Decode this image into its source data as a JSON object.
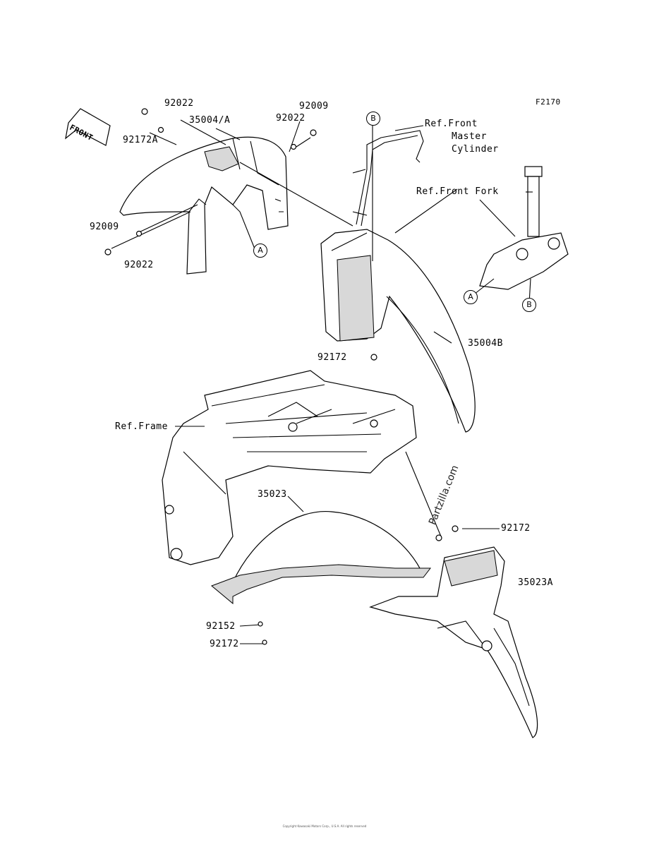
{
  "figure_id": "F2170",
  "front_label": "FRONT",
  "watermark": "Partzilla.com",
  "copyright": "Copyright Kawasaki Motors Corp., U.S.A. All rights reserved",
  "callouts": {
    "a": "A",
    "b": "B"
  },
  "part_labels": {
    "p92022_top": "92022",
    "p35004A": "35004/A",
    "p92172A": "92172A",
    "p92009_top": "92009",
    "p92022_mid": "92022",
    "p92009_left": "92009",
    "p92022_left": "92022",
    "p92172_mid": "92172",
    "p35004B": "35004B",
    "p35023": "35023",
    "p92172_right": "92172",
    "p35023A": "35023A",
    "p92152": "92152",
    "p92172_bot": "92172"
  },
  "ref_labels": {
    "front_master_1": "Ref.Front",
    "front_master_2": "Master",
    "front_master_3": "Cylinder",
    "front_fork": "Ref.Front Fork",
    "frame": "Ref.Frame"
  }
}
